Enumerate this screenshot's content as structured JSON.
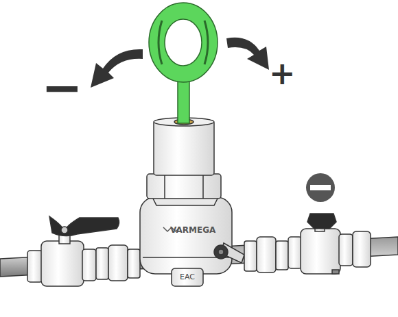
{
  "diagram": {
    "labels": [
      "−",
      "+",
      "VARMEGA",
      "EAC"
    ]
  }
}
